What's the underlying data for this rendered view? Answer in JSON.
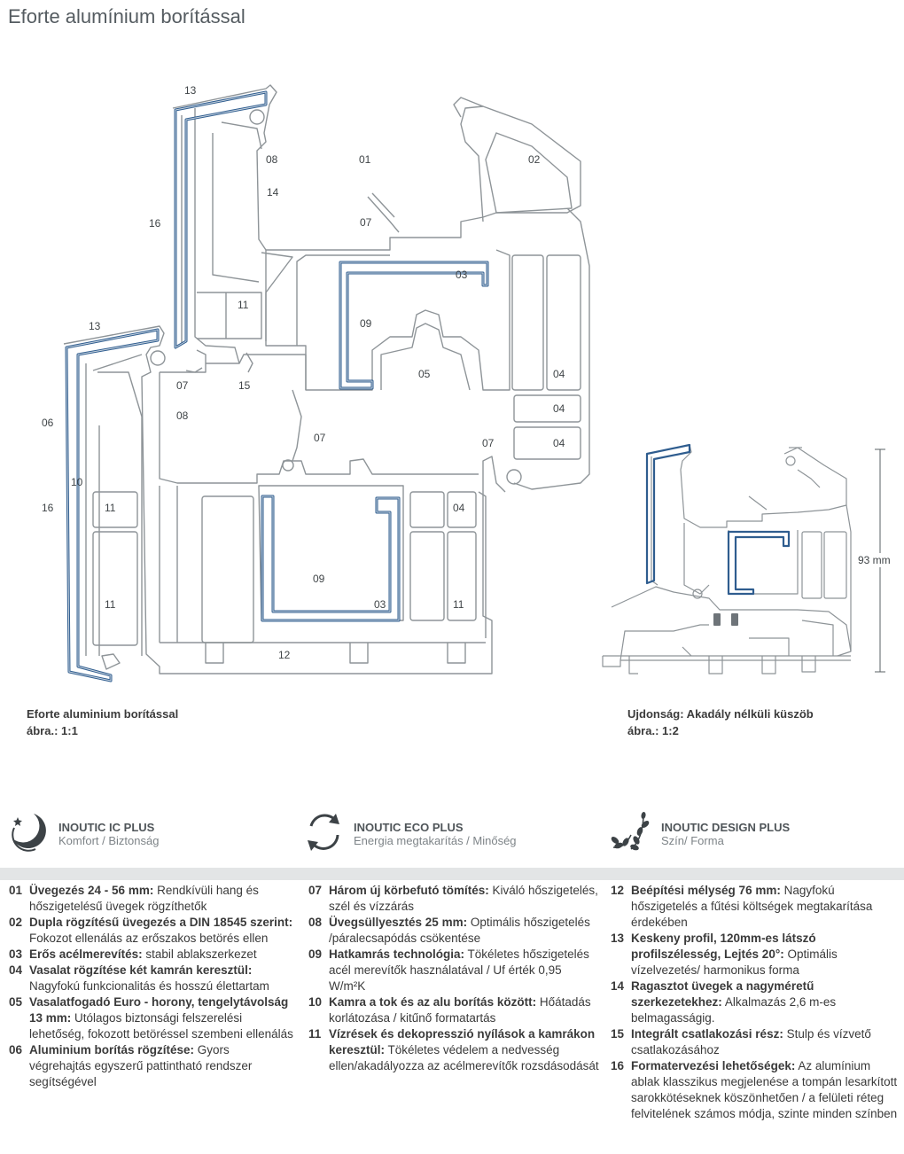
{
  "title": "Eforte alumínium borítással",
  "callouts_left": {
    "c13a": "13",
    "c08a": "08",
    "c01": "01",
    "c02": "02",
    "c14": "14",
    "c16a": "16",
    "c07a": "07",
    "c03a": "03",
    "c11a": "11",
    "c13b": "13",
    "c09a": "09",
    "c07b": "07",
    "c15": "15",
    "c05": "05",
    "c04a": "04",
    "c04b": "04",
    "c06": "06",
    "c08b": "08",
    "c07c": "07",
    "c07d": "07",
    "c04c": "04",
    "c10": "10",
    "c16b": "16",
    "c11b": "11",
    "c04d": "04",
    "c09b": "09",
    "c11c": "11",
    "c03b": "03",
    "c11d": "11",
    "c12": "12"
  },
  "dimension_label": "93 mm",
  "captions": {
    "left_line1": "Eforte aluminium borítással",
    "left_line2": "ábra.: 1:1",
    "right_line1": "Ujdonság: Akadály nélküli küszöb",
    "right_line2": "ábra.: 1:2"
  },
  "features": [
    {
      "title": "INOUTIC IC PLUS",
      "subtitle": "Komfort / Biztonság",
      "icon": "moon-star-icon"
    },
    {
      "title": "INOUTIC ECO PLUS",
      "subtitle": "Energia megtakarítás / Minőség",
      "icon": "recycle-arrows-icon"
    },
    {
      "title": "INOUTIC DESIGN PLUS",
      "subtitle": "Szín/ Forma",
      "icon": "laurel-leaves-icon"
    }
  ],
  "colors": {
    "profile_blue": "#2f5d8f",
    "separator": "#e3e5e6",
    "accent_text": "#4f5559"
  },
  "items": [
    {
      "num": "01",
      "bold": "Üvegezés 24 - 56 mm:",
      "text": " Rendkívüli hang és hőszigetelésű üvegek rögzíthetők"
    },
    {
      "num": "02",
      "bold": "Dupla rögzítésű üvegezés a DIN 18545 szerint:",
      "text": " Fokozot ellenálás az erőszakos betörés ellen"
    },
    {
      "num": "03",
      "bold": "Erős acélmerevítés:",
      "text": " stabil ablakszerkezet"
    },
    {
      "num": "04",
      "bold": "Vasalat rögzítése két kamrán keresztül:",
      "text": " Nagyfokú funkcionalitás és hosszú élettartam"
    },
    {
      "num": "05",
      "bold": "Vasalatfogadó Euro - horony, tengelytávolság 13 mm:",
      "text": " Utólagos biztonsági felszerelési lehetőség, fokozott betöréssel szembeni ellenálás"
    },
    {
      "num": "06",
      "bold": "Aluminium borítás rögzítése:",
      "text": " Gyors végrehajtás egyszerű pattintható rendszer segítségével"
    },
    {
      "num": "07",
      "bold": "Három új körbefutó tömítés:",
      "text": " Kiváló hőszigetelés, szél és vízzárás"
    },
    {
      "num": "08",
      "bold": "Üvegsüllyesztés 25 mm:",
      "text": " Optimális hőszigetelés /páralecsapódás csökentése"
    },
    {
      "num": "09",
      "bold": "Hatkamrás technológia:",
      "text": " Tökéletes hőszigetelés acél merevítők használatával / Uf érték 0,95 W/m²K"
    },
    {
      "num": "10",
      "bold": "Kamra a tok és az alu borítás között:",
      "text": " Hőátadás korlátozása / kitűnő formatartás"
    },
    {
      "num": "11",
      "bold": "Vízrések és dekopresszió nyílások a kamrákon keresztül:",
      "text": " Tökéletes védelem a nedvesség ellen/akadályozza az acélmerevítők rozsdásodását"
    },
    {
      "num": "12",
      "bold": "Beépítési mélység 76 mm:",
      "text": " Nagyfokú hőszigetelés a fűtési költségek megtakarítása érdekében"
    },
    {
      "num": "13",
      "bold": "Keskeny profil, 120mm-es látszó profilszélesség, Lejtés 20°:",
      "text": " Optimális vízelvezetés/ harmonikus forma"
    },
    {
      "num": "14",
      "bold": "Ragasztot üvegek a nagyméretű szerkezetekhez:",
      "text": " Alkalmazás 2,6 m-es belmagasságig."
    },
    {
      "num": "15",
      "bold": "Integrált csatlakozási rész:",
      "text": " Stulp és vízvető csatlakozásához"
    },
    {
      "num": "16",
      "bold": "Formatervezési lehetőségek:",
      "text": " Az alumínium ablak klasszikus megjelenése a tompán lesarkított sarokkötéseknek köszönhetően / a felületi réteg felvitelének számos módja, szinte minden színben"
    }
  ]
}
